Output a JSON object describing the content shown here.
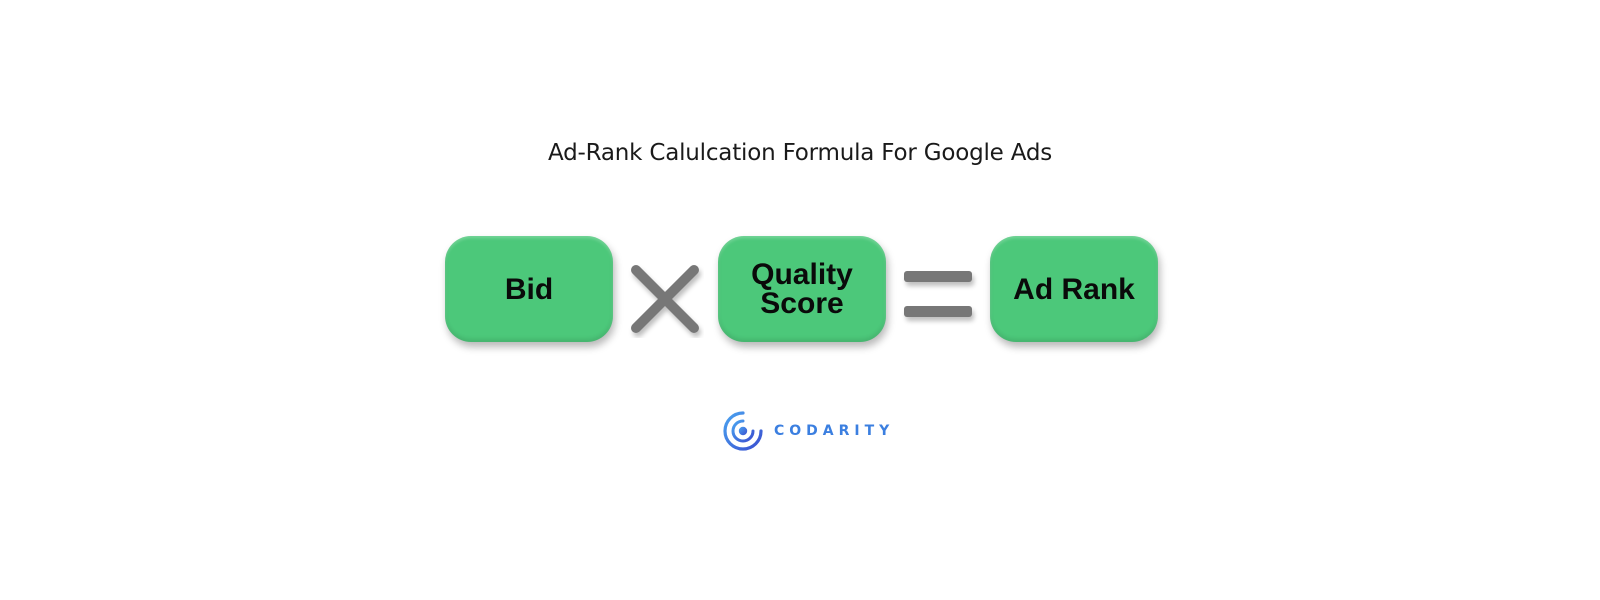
{
  "title": "Ad-Rank Calulcation Formula For Google Ads",
  "formula": {
    "terms": [
      {
        "label": "Bid"
      },
      {
        "label_line1": "Quality",
        "label_line2": "Score"
      },
      {
        "label": "Ad Rank"
      }
    ],
    "operators": [
      "multiply",
      "equals"
    ],
    "colors": {
      "box": "#4cc87a",
      "operator": "#777777",
      "text": "#0a0a0a"
    }
  },
  "logo": {
    "text": "CODARITY",
    "color": "#3b7fe0"
  }
}
